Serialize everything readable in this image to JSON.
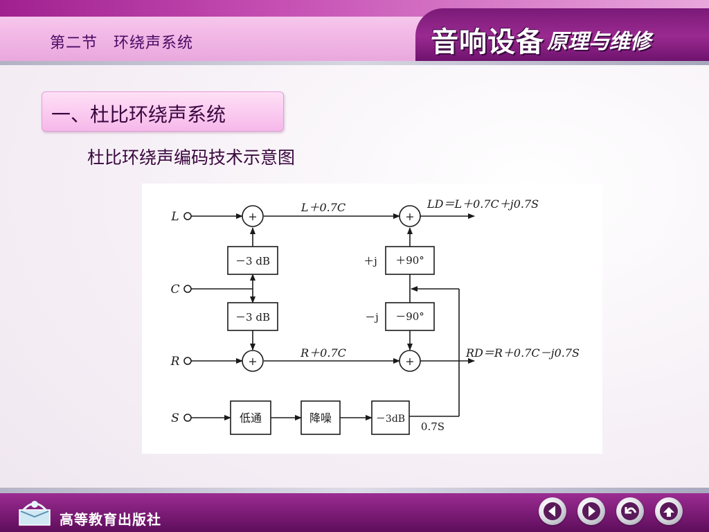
{
  "header": {
    "section_title": "第二节　环绕声系统",
    "logo_main": "音响设备",
    "logo_sub": "原理与维修"
  },
  "heading": "一、杜比环绕声系统",
  "subheading": "杜比环绕声编码技术示意图",
  "diagram": {
    "inputs": {
      "L": "L",
      "C": "C",
      "R": "R",
      "S": "S"
    },
    "adder_symbol": "+",
    "blocks": {
      "attn_top": "－3 dB",
      "attn_bottom": "－3 dB",
      "phase_plus": "＋90°",
      "phase_minus": "－90°",
      "lowpass": "低通",
      "noise_reduction": "降噪",
      "attn_s": "－3dB"
    },
    "phase_labels": {
      "plus": "＋j",
      "minus": "－j"
    },
    "signals": {
      "l_mix": "L＋0.7C",
      "r_mix": "R＋0.7C",
      "s_level": "0.7S",
      "ld": "LD＝L＋0.7C＋j0.7S",
      "rd": "RD＝R＋0.7C－j0.7S"
    }
  },
  "footer": {
    "publisher": "高等教育出版社"
  },
  "nav": {
    "prev": "previous",
    "next": "next",
    "back": "return",
    "exit": "exit"
  },
  "colors": {
    "header_band": "#f2b8e6",
    "header_dark": "#7a1a78",
    "footer_band": "#7a1a74",
    "title_text": "#4a0a64",
    "heading_box": "#f6b8ea"
  }
}
